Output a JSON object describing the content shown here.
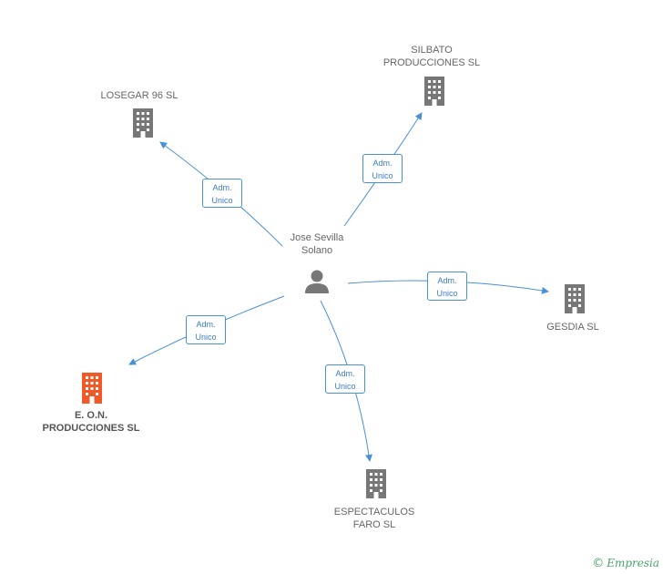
{
  "center": {
    "name_line1": "Jose Sevilla",
    "name_line2": "Solano",
    "icon": "person-icon"
  },
  "nodes": [
    {
      "id": "losegar",
      "line1": "LOSEGAR 96 SL",
      "line2": "",
      "highlight": false,
      "icon": "building-icon"
    },
    {
      "id": "silbato",
      "line1": "SILBATO",
      "line2": "PRODUCCIONES SL",
      "highlight": false,
      "icon": "building-icon"
    },
    {
      "id": "gesdia",
      "line1": "GESDIA SL",
      "line2": "",
      "highlight": false,
      "icon": "building-icon"
    },
    {
      "id": "eon",
      "line1": "E. O.N.",
      "line2": "PRODUCCIONES SL",
      "highlight": true,
      "icon": "building-icon"
    },
    {
      "id": "espectaculos",
      "line1": "ESPECTACULOS",
      "line2": "FARO SL",
      "highlight": false,
      "icon": "building-icon"
    }
  ],
  "edge_label": {
    "line1": "Adm.",
    "line2": "Unico"
  },
  "colors": {
    "edge": "#4a90d9",
    "building": "#777777",
    "building_highlight": "#f05a28",
    "person": "#777777"
  },
  "brand": {
    "copyright": "©",
    "name": "Empresia"
  }
}
